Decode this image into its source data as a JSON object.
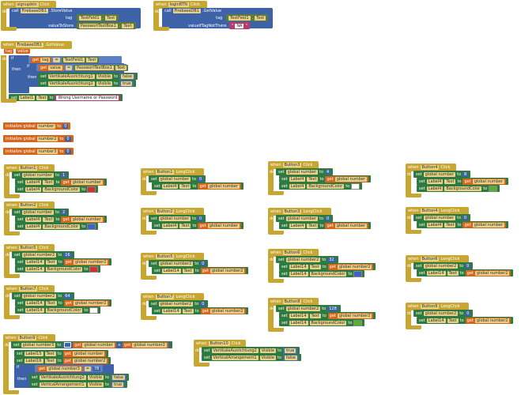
{
  "kw": {
    "when": "when",
    "do": "do",
    "call": "call",
    "set": "set",
    "to": "to",
    "get": "get",
    "if": "if",
    "then": "then",
    "tag": "tag",
    "value": "value",
    "initialize_global": "initialize global",
    "Click": "Click",
    "LongClick": "LongClick",
    "Text": "Text",
    "Visible": "Visible",
    "BackgroundColor": "BackgroundColor",
    "valueToStore": "valueToStore",
    "valueIfTagNotThere": "valueIfTagNotThere",
    "StoreValue": ".StoreValue",
    "GetValue": ".GetValue",
    "GotValue": ".GotValue",
    "eq": "=",
    "plus": "+",
    "true": "true",
    "false": "false"
  },
  "signup": {
    "component": "signupbtn",
    "db": "FirebaseDB1",
    "tag_field": "TextFeld1",
    "value_field": "PasswortTextBox1"
  },
  "login": {
    "component": "loginBTN",
    "db": "FirebaseDB1",
    "tag_field": "TextFeld1",
    "default_text": " NA "
  },
  "gotvalue": {
    "component": "FirebaseDB1",
    "tag_field": "TextFeld1",
    "value_field": "PasswortTextBox1",
    "hide": "VertikaleAusrichtung1",
    "show": "VertikaleAusrichtung2",
    "label": "Label1",
    "message": " Wrong Username or Password "
  },
  "globals": [
    {
      "name": "number",
      "value": "0"
    },
    {
      "name": "number2",
      "value": "0"
    },
    {
      "name": "number3",
      "value": "0"
    }
  ],
  "click_blocks": [
    {
      "button": "Button1",
      "global": "global number",
      "amount": "1",
      "label": "Label4",
      "color": "#d33030"
    },
    {
      "button": "Button2",
      "global": "global number",
      "amount": "2",
      "label": "Label4",
      "color": "#3d62c8"
    },
    {
      "button": "Button3",
      "global": "global number",
      "amount": "4",
      "label": "Label4",
      "color": "#ffffff"
    },
    {
      "button": "Button4",
      "global": "global number",
      "amount": "8",
      "label": "Label4",
      "color": "#58b030"
    },
    {
      "button": "Button5",
      "global": "global number2",
      "amount": "16",
      "label": "Label14",
      "color": "#d33030"
    },
    {
      "button": "Button6",
      "global": "global number2",
      "amount": "32",
      "label": "Label14",
      "color": "#3d62c8"
    },
    {
      "button": "Button7",
      "global": "global number2",
      "amount": "64",
      "label": "Label14",
      "color": "#ffffff"
    },
    {
      "button": "Button8",
      "global": "global number2",
      "amount": "128",
      "label": "Label14",
      "color": "#58b030"
    }
  ],
  "long_blocks": [
    {
      "button": "Button1",
      "global": "global number",
      "amount": "0",
      "label": "Label4"
    },
    {
      "button": "Button2",
      "global": "global number",
      "amount": "0",
      "label": "Label4"
    },
    {
      "button": "Button3",
      "global": "global number",
      "amount": "0",
      "label": "Label4"
    },
    {
      "button": "Button4",
      "global": "global number",
      "amount": "0",
      "label": "Label4"
    },
    {
      "button": "Button5",
      "global": "global number2",
      "amount": "0",
      "label": "Label14"
    },
    {
      "button": "Button6",
      "global": "global number2",
      "amount": "0",
      "label": "Label14"
    },
    {
      "button": "Button7",
      "global": "global number2",
      "amount": "0",
      "label": "Label14"
    },
    {
      "button": "Button8",
      "global": "global number2",
      "amount": "0",
      "label": "Label14"
    }
  ],
  "button9": {
    "component": "Button9",
    "global": "global number3",
    "g1": "global number",
    "g2": "global number2",
    "label1": "Label15",
    "label2": "Label16",
    "cmp_global": "global number3",
    "cmp_value": "78",
    "hide": "VertikaleAusrichtung2",
    "show": "VerticalArrangement1"
  },
  "button10": {
    "component": "Button10",
    "hide": "VertikaleAusrichtung2",
    "show": "VerticalArrangement1"
  }
}
